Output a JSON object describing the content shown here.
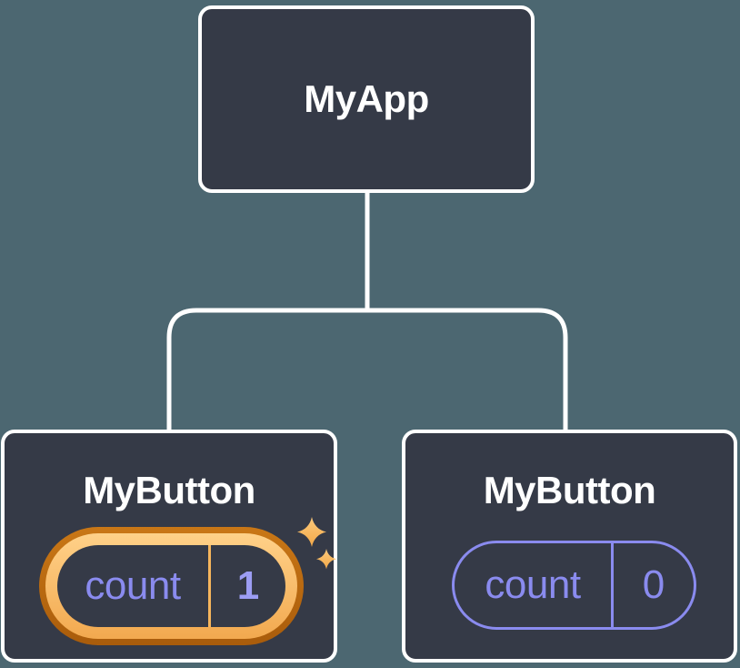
{
  "diagram": {
    "type": "component-tree",
    "root": {
      "label": "MyApp"
    },
    "children": [
      {
        "label": "MyButton",
        "state": {
          "key": "count",
          "value": "1"
        },
        "highlighted": true,
        "badge_icon": "sparkles-icon"
      },
      {
        "label": "MyButton",
        "state": {
          "key": "count",
          "value": "0"
        },
        "highlighted": false
      }
    ]
  },
  "colors": {
    "background": "#4C6771",
    "node_fill": "#353A47",
    "node_border": "#FFFFFF",
    "connector": "#FFFFFF",
    "title_text": "#FFFFFF",
    "violet": "#8A8BEF",
    "violet_bright": "#9C9DF3",
    "ring_outer_top": "#C97716",
    "ring_outer_bottom": "#A95C0B",
    "ring_inner_top": "#FFD189",
    "ring_inner_bottom": "#F2A94F",
    "divider_orange": "#F6B55C",
    "sparkle_light": "#FCCA7C",
    "sparkle_dark": "#F2A848"
  }
}
